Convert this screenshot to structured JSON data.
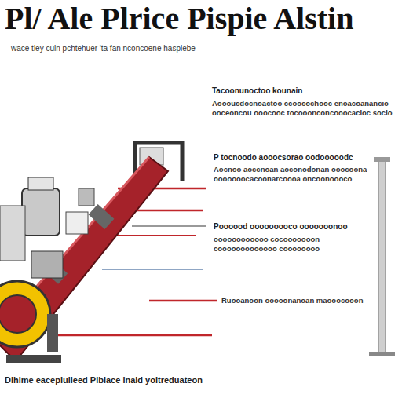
{
  "diagram": {
    "title": "Pl/ Ale Plrice Pispie Alstin",
    "caption": "Dlhlme eacepluileed Plblace inaid yoitreduateon",
    "labels": [
      "wace tiey cuin pchtehuer 'ta fan nconcoene haspiebe",
      "Tacoonunoctoo kounain",
      "Aoooucdocnoactoo ccoocochooc enoacoanancio ooceoncou ooocooc tocooonconcooocacioc soclo",
      "P tocnoodo aooocsorao oodooooodc",
      "Aocnoo aoccnoan aoconodonan ooocoona ooooooocacoonarcoooa oncoonoooco",
      "Poooood ooooooooco ooooooonoo",
      "oooooooooooo cocooooooon cooooooooooooo coooooooo",
      "Ruooanoon ooooonanoan maooocooon"
    ]
  }
}
